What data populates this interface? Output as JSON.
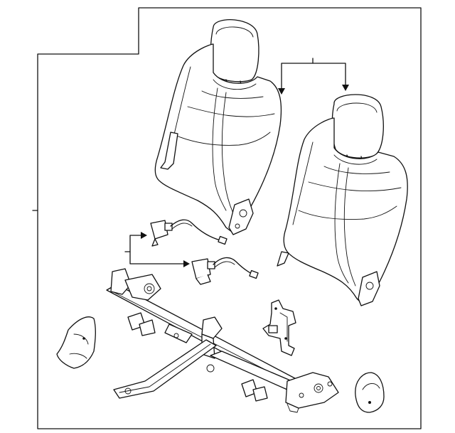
{
  "diagram": {
    "colors": {
      "line": "#111111",
      "background": "#ffffff",
      "panel": "#ffffff"
    },
    "parts": [
      "outline-border",
      "left-seat-back",
      "right-seat-back",
      "callout-bracket-seatbacks",
      "callout-bracket-harness",
      "wiring-harness-upper",
      "wiring-harness-lower",
      "seat-frame",
      "left-side-cover",
      "mounting-bracket",
      "right-knob-cover"
    ]
  }
}
